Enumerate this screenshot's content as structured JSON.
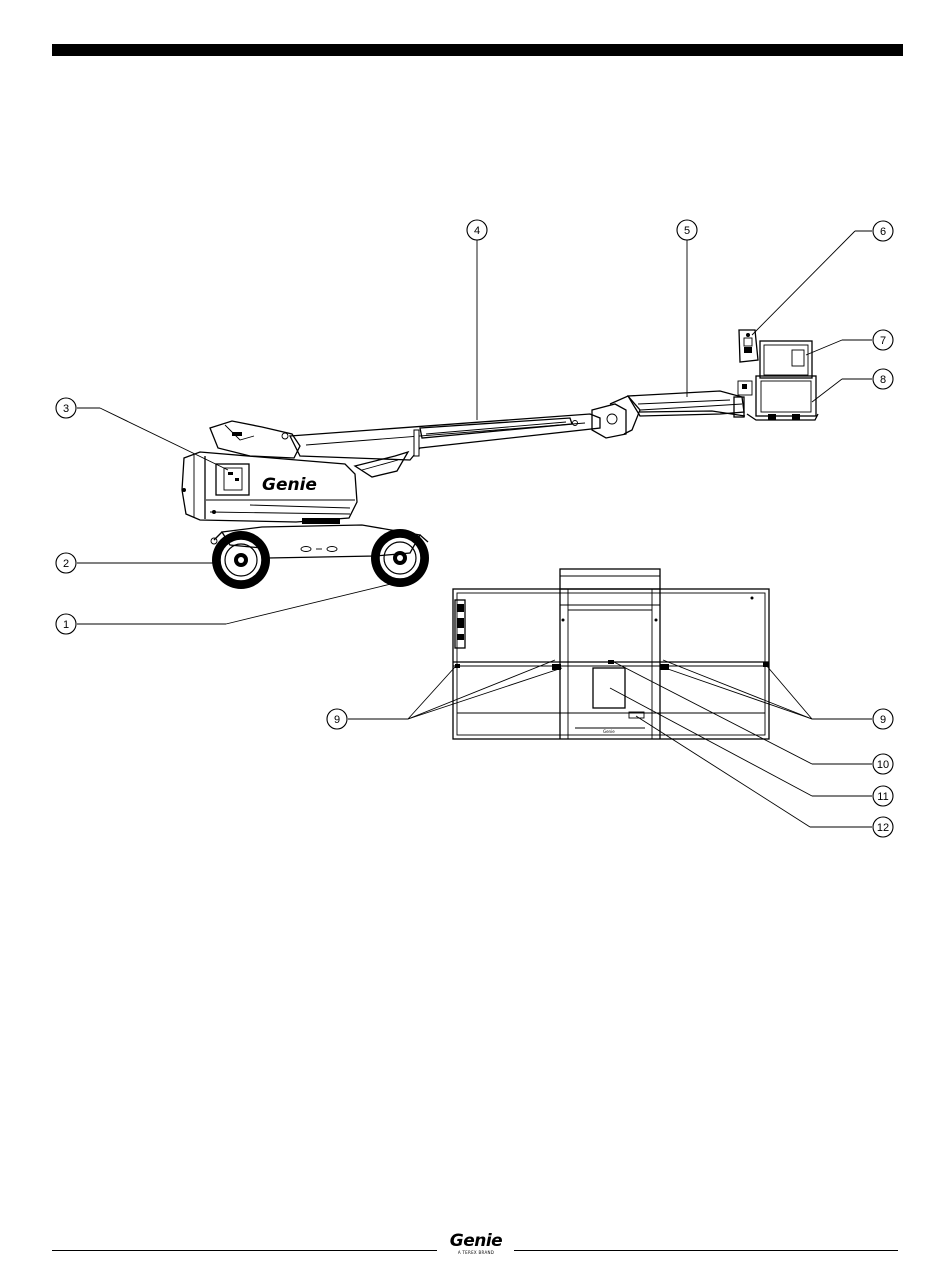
{
  "callouts": [
    {
      "id": "1",
      "label": "1"
    },
    {
      "id": "2",
      "label": "2"
    },
    {
      "id": "3",
      "label": "3"
    },
    {
      "id": "4",
      "label": "4"
    },
    {
      "id": "5",
      "label": "5"
    },
    {
      "id": "6",
      "label": "6"
    },
    {
      "id": "7",
      "label": "7"
    },
    {
      "id": "8",
      "label": "8"
    },
    {
      "id": "9a",
      "label": "9"
    },
    {
      "id": "9b",
      "label": "9"
    },
    {
      "id": "10",
      "label": "10"
    },
    {
      "id": "11",
      "label": "11"
    },
    {
      "id": "12",
      "label": "12"
    }
  ],
  "machine": {
    "brand_decal": "Genie",
    "platform_plate": "Genie"
  },
  "footer": {
    "brand": "Genie",
    "tagline": "A TEREX BRAND"
  },
  "colors": {
    "ink": "#000000",
    "paper": "#ffffff"
  },
  "icons": [
    "genie-logo-icon"
  ]
}
